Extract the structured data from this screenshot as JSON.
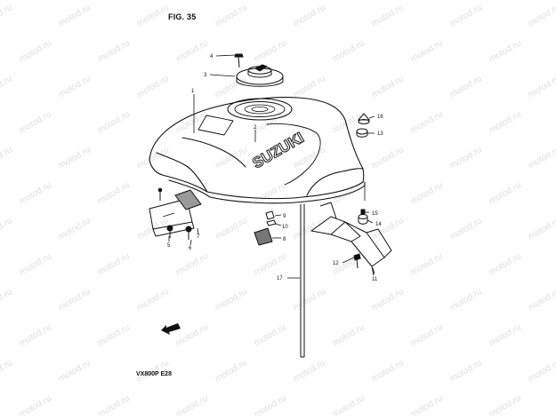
{
  "figure": {
    "title": "FIG. 35"
  },
  "model_code": "VX800P  E28",
  "brand_marking": "SUZUKI",
  "watermark": "motod.ru",
  "callouts": [
    "1",
    "2",
    "3",
    "4",
    "5",
    "6",
    "7",
    "8",
    "9",
    "10",
    "11",
    "12",
    "13",
    "14",
    "15",
    "16",
    "17"
  ],
  "colors": {
    "line": "#111111",
    "watermark": "#e3dede"
  }
}
